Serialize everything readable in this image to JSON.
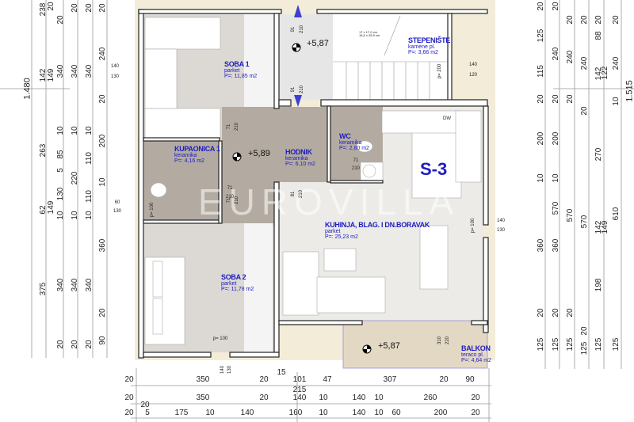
{
  "plan_label": "S-3",
  "watermark": "EUROVILLA",
  "rooms": [
    {
      "name": "SOBA 1",
      "floor": "parket",
      "area": "P=: 11,85 m2"
    },
    {
      "name": "STEPENIŠTE",
      "floor": "kamene pl.",
      "area": "P=: 3,66 m2"
    },
    {
      "name": "KUPAONICA 1",
      "floor": "keramika",
      "area": "P=: 4,16 m2"
    },
    {
      "name": "HODNIK",
      "floor": "keramika",
      "area": "P=: 6,10 m2"
    },
    {
      "name": "WC",
      "floor": "keramika",
      "area": "P=: 2,80 m2"
    },
    {
      "name": "KUHINJA, BLAG. I DN.BORAVAK",
      "floor": "parket",
      "area": "P=: 25,23 m2"
    },
    {
      "name": "SOBA 2",
      "floor": "parket",
      "area": "P=: 11,78 m2"
    },
    {
      "name": "BALKON",
      "floor": "teraco pl.",
      "area": "P=: 4,64 m2"
    }
  ],
  "levels": [
    "+5,87",
    "+5,89",
    "+5,87"
  ],
  "stair_note": [
    "17 x 17,0 cm",
    "16,5 x 28,5 cm"
  ],
  "door_labels": [
    "91",
    "210",
    "91",
    "210",
    "71",
    "210",
    "71",
    "210",
    "71",
    "210",
    "71",
    "210",
    "81",
    "210",
    "310",
    "220"
  ],
  "window_labels": [
    "140",
    "130",
    "60",
    "130",
    "140",
    "120",
    "140",
    "130",
    "140",
    "130",
    "p= 200",
    "p= 100",
    "p= 100",
    "p= 100",
    "DW"
  ],
  "totals": {
    "left": "1.480",
    "right": "1.515"
  },
  "dims_left": [
    "238",
    "142",
    "263",
    "62",
    "375",
    "20",
    "149",
    "149",
    "20",
    "340",
    "10",
    "85",
    "5",
    "130",
    "10",
    "340",
    "20",
    "20",
    "340",
    "10",
    "220",
    "10",
    "340",
    "20",
    "20",
    "340",
    "10",
    "110",
    "110",
    "10",
    "340",
    "20",
    "20",
    "240",
    "20",
    "200",
    "10",
    "360",
    "20",
    "90"
  ],
  "dims_right": [
    "20",
    "125",
    "115",
    "20",
    "200",
    "10",
    "360",
    "20",
    "125",
    "20",
    "240",
    "20",
    "200",
    "10",
    "570",
    "360",
    "20",
    "125",
    "20",
    "240",
    "20",
    "570",
    "20",
    "125",
    "20",
    "240",
    "20",
    "570",
    "20",
    "125",
    "20",
    "88",
    "142",
    "270",
    "142",
    "198",
    "125",
    "122",
    "149",
    "20",
    "240",
    "10",
    "610",
    "125"
  ],
  "dims_bottom": [
    "20",
    "350",
    "20",
    "15",
    "101",
    "47",
    "307",
    "20",
    "90",
    "215",
    "20",
    "350",
    "20",
    "140",
    "10",
    "140",
    "10",
    "260",
    "20",
    "20",
    "20",
    "5",
    "175",
    "10",
    "140",
    "160",
    "10",
    "140",
    "10",
    "60",
    "200",
    "20"
  ]
}
